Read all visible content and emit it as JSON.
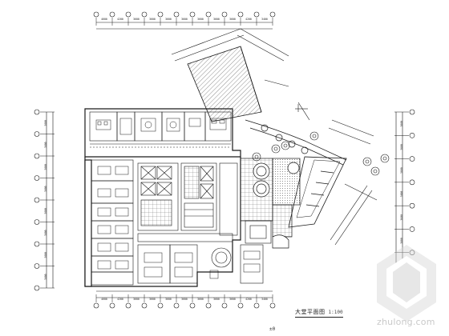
{
  "caption": {
    "title": "大堂平面图",
    "scale": "1:100"
  },
  "watermark": {
    "text": "zhulong.com",
    "colors": {
      "primary": "#c9c9c9"
    }
  },
  "drawing": {
    "line_color": "#1a1a1a",
    "hatch_color": "#444444",
    "background": "#ffffff",
    "top_dims": [
      "4600",
      "4200",
      "3600",
      "3600",
      "3600",
      "3600",
      "3600",
      "3600",
      "3600",
      "4200",
      "3400"
    ],
    "bottom_dims": [
      "4600",
      "4200",
      "3600",
      "3600",
      "3600",
      "3600",
      "3600",
      "3600",
      "3600",
      "4200",
      "3400"
    ],
    "left_dims": [
      "3600",
      "3600",
      "3600",
      "3600",
      "3600",
      "3600",
      "3600",
      "3600"
    ],
    "right_dims": [
      "3600",
      "3600",
      "3600",
      "3600",
      "3600",
      "3600",
      "3600"
    ]
  },
  "north_mark": "±0"
}
